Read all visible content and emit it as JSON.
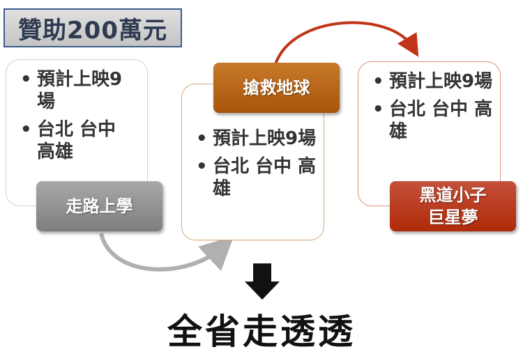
{
  "title": "贊助200萬元",
  "steps": [
    {
      "label": "走路上學",
      "bullets": [
        "預計上映9場",
        "台北 台中 高雄"
      ],
      "color": "#8c8c8c"
    },
    {
      "label": "搶救地球",
      "bullets": [
        "預計上映9場",
        "台北 台中 高雄"
      ],
      "color": "#b8620e"
    },
    {
      "label": "黑道小子\n巨星夢",
      "label_line1": "黑道小子",
      "label_line2": "巨星夢",
      "bullets": [
        "預計上映9場",
        "台北 台中 高雄"
      ],
      "color": "#b52e10"
    }
  ],
  "footer": "全省走透透"
}
